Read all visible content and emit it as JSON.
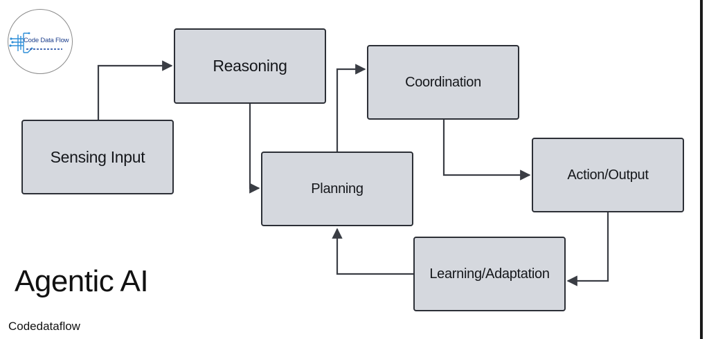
{
  "logo": {
    "text": "Code Data Flow"
  },
  "diagram": {
    "nodes": {
      "reasoning": "Reasoning",
      "sensing": "Sensing Input",
      "coordination": "Coordination",
      "planning": "Planning",
      "action": "Action/Output",
      "learning": "Learning/Adaptation"
    },
    "edges": [
      {
        "from": "Sensing Input",
        "to": "Reasoning"
      },
      {
        "from": "Reasoning",
        "to": "Planning"
      },
      {
        "from": "Planning",
        "to": "Coordination"
      },
      {
        "from": "Coordination",
        "to": "Action/Output"
      },
      {
        "from": "Action/Output",
        "to": "Learning/Adaptation"
      },
      {
        "from": "Learning/Adaptation",
        "to": "Planning"
      }
    ],
    "colors": {
      "node_fill": "#d5d8de",
      "node_border": "#2c2f36",
      "arrow": "#3a3d44"
    }
  },
  "title": "Agentic AI",
  "footer": "Codedataflow"
}
